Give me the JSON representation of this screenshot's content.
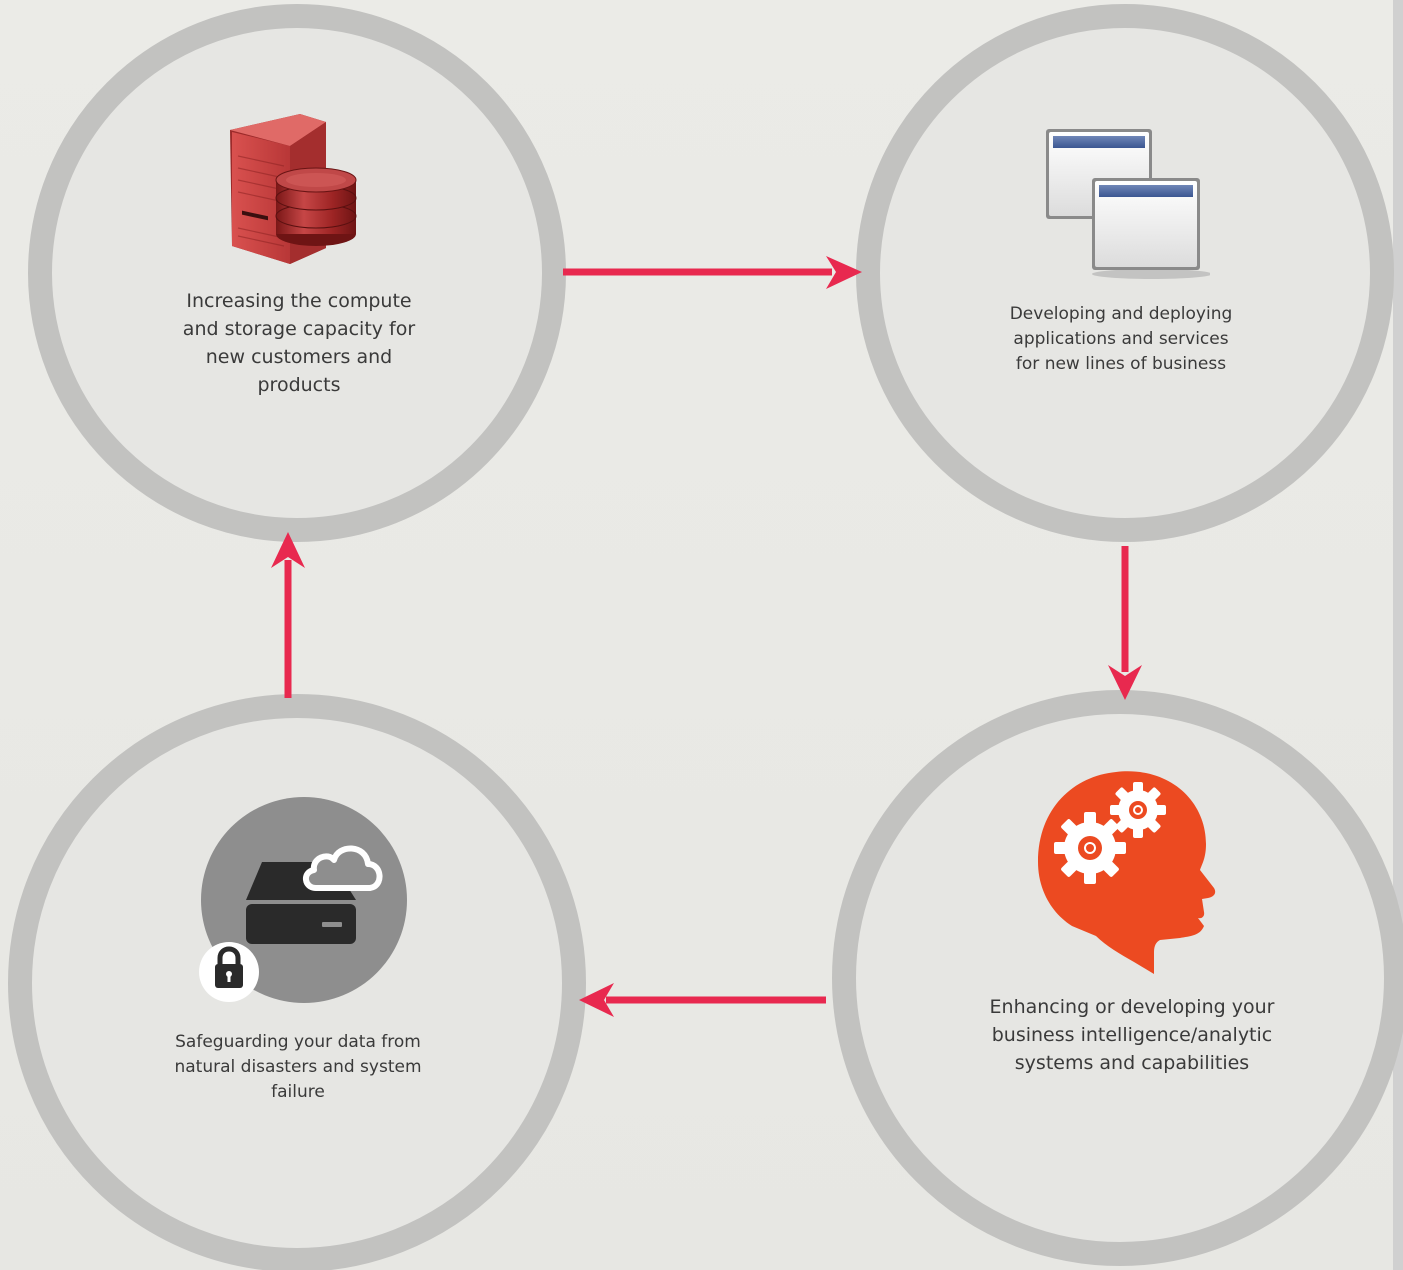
{
  "nodes": [
    {
      "id": "compute-storage",
      "text": "Increasing the compute and storage capacity for new customers and products",
      "icon": "server-database-icon",
      "color": "#c9403f"
    },
    {
      "id": "applications",
      "text": "Developing and deploying applications and services for new lines of business",
      "icon": "application-windows-icon",
      "color": "#4a67a0"
    },
    {
      "id": "business-intelligence",
      "text": "Enhancing or developing your business intelligence/analytic systems and capabilities",
      "icon": "head-gears-icon",
      "color": "#ec4a21"
    },
    {
      "id": "data-protection",
      "text": "Safeguarding your data from natural disasters and system failure",
      "icon": "secure-cloud-drive-icon",
      "color": "#8e8e8e"
    }
  ],
  "edges": [
    {
      "from": "compute-storage",
      "to": "applications"
    },
    {
      "from": "applications",
      "to": "business-intelligence"
    },
    {
      "from": "business-intelligence",
      "to": "data-protection"
    },
    {
      "from": "data-protection",
      "to": "compute-storage"
    }
  ],
  "colors": {
    "background": "#e9e9e5",
    "ring": "#c2c2c0",
    "arrow": "#e8294f",
    "text": "#3a3a3a"
  }
}
